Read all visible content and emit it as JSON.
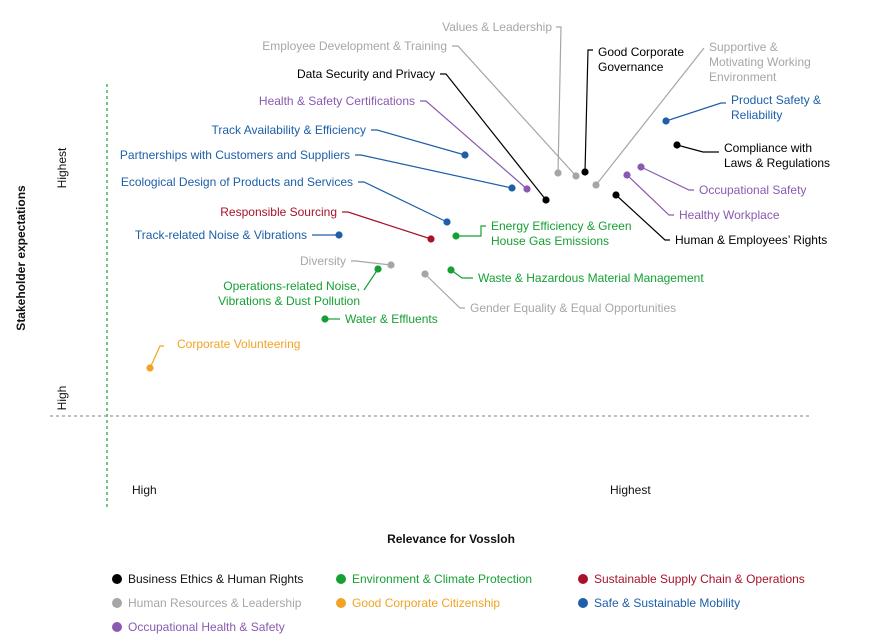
{
  "chart_data": {
    "type": "scatter",
    "xlabel": "Relevance for Vossloh",
    "ylabel": "Stakeholder expectations",
    "x_ticks": [
      "High",
      "Highest"
    ],
    "y_ticks": [
      "High",
      "Highest"
    ],
    "grid": false,
    "legend_position": "bottom",
    "categories": [
      {
        "id": "ethics",
        "name": "Business Ethics & Human Rights",
        "color": "#000000"
      },
      {
        "id": "env",
        "name": "Environment & Climate Protection",
        "color": "#16a034"
      },
      {
        "id": "supply",
        "name": "Sustainable Supply Chain & Operations",
        "color": "#a8132b"
      },
      {
        "id": "hr",
        "name": "Human Resources & Leadership",
        "color": "#a6a6a6"
      },
      {
        "id": "citizen",
        "name": "Good Corporate Citizenship",
        "color": "#f2a324"
      },
      {
        "id": "mobility",
        "name": "Safe & Sustainable Mobility",
        "color": "#1d5fa8"
      },
      {
        "id": "ohs",
        "name": "Occupational Health & Safety",
        "color": "#8a5ab0"
      }
    ],
    "points": [
      {
        "name": "Values & Leadership",
        "category": "hr",
        "x": 0.88,
        "y": 0.83
      },
      {
        "name": "Good Corporate Governance",
        "category": "ethics",
        "x": 0.92,
        "y": 0.84
      },
      {
        "name": "Supportive & Motivating Working Environment",
        "category": "hr",
        "x": 0.93,
        "y": 0.81
      },
      {
        "name": "Employee Development & Training",
        "category": "hr",
        "x": 0.9,
        "y": 0.83
      },
      {
        "name": "Data Security and Privacy",
        "category": "ethics",
        "x": 0.86,
        "y": 0.76
      },
      {
        "name": "Health & Safety Certifications",
        "category": "ohs",
        "x": 0.83,
        "y": 0.79
      },
      {
        "name": "Track Availability & Efficiency",
        "category": "mobility",
        "x": 0.73,
        "y": 0.87
      },
      {
        "name": "Partnerships with Customers and Suppliers",
        "category": "mobility",
        "x": 0.81,
        "y": 0.8
      },
      {
        "name": "Ecological Design of Products and Services",
        "category": "mobility",
        "x": 0.7,
        "y": 0.68
      },
      {
        "name": "Responsible Sourcing",
        "category": "supply",
        "x": 0.68,
        "y": 0.61
      },
      {
        "name": "Track-related Noise & Vibrations",
        "category": "mobility",
        "x": 0.52,
        "y": 0.62
      },
      {
        "name": "Energy Efficiency & Green House Gas Emissions",
        "category": "env",
        "x": 0.72,
        "y": 0.62
      },
      {
        "name": "Diversity",
        "category": "hr",
        "x": 0.61,
        "y": 0.53
      },
      {
        "name": "Operations-related Noise, Vibrations & Dust Pollution",
        "category": "env",
        "x": 0.59,
        "y": 0.52
      },
      {
        "name": "Water & Effluents",
        "category": "env",
        "x": 0.49,
        "y": 0.32
      },
      {
        "name": "Gender Equality & Equal Opportunities",
        "category": "hr",
        "x": 0.67,
        "y": 0.5
      },
      {
        "name": "Waste & Hazardous Material Management",
        "category": "env",
        "x": 0.72,
        "y": 0.51
      },
      {
        "name": "Corporate Volunteering",
        "category": "citizen",
        "x": 0.08,
        "y": 0.17
      },
      {
        "name": "Product Safety & Reliability",
        "category": "mobility",
        "x": 1.05,
        "y": 1.03
      },
      {
        "name": "Compliance with Laws & Regulations",
        "category": "ethics",
        "x": 1.07,
        "y": 0.93
      },
      {
        "name": "Occupational Safety",
        "category": "ohs",
        "x": 1.02,
        "y": 0.86
      },
      {
        "name": "Healthy Workplace",
        "category": "ohs",
        "x": 1.0,
        "y": 0.83
      },
      {
        "name": "Human & Employees’ Rights",
        "category": "ethics",
        "x": 0.97,
        "y": 0.76
      }
    ]
  }
}
